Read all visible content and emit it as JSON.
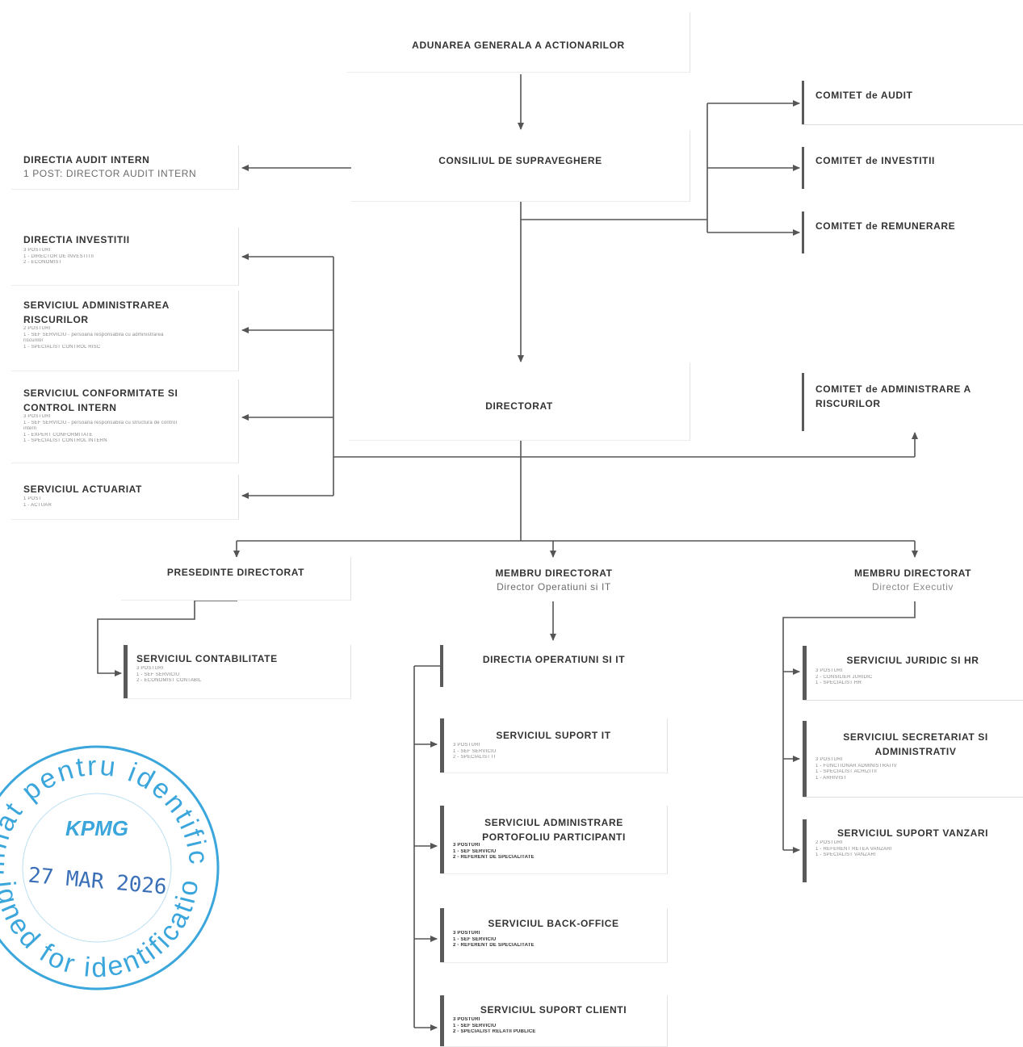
{
  "colors": {
    "line": "#555555",
    "stamp": "#3aa6dc",
    "bar": "#5a5a5a"
  },
  "top": {
    "agm": "ADUNAREA GENERALA A ACTIONARILOR",
    "supervisory": "CONSILIUL DE SUPRAVEGHERE",
    "directorat": "DIRECTORAT"
  },
  "committees": [
    {
      "title": "COMITET de AUDIT"
    },
    {
      "title": "COMITET de INVESTITII"
    },
    {
      "title": "COMITET de REMUNERARE"
    },
    {
      "title": "COMITET de ADMINISTRARE A RISCURILOR"
    }
  ],
  "audit": {
    "title": "DIRECTIA AUDIT INTERN",
    "sub": "1 POST: DIRECTOR AUDIT INTERN"
  },
  "left_units": [
    {
      "title": "DIRECTIA INVESTITII",
      "lines": [
        "3 POSTURI",
        "1 - DIRECTOR DE INVESTITII",
        "2 - ECONOMIST"
      ]
    },
    {
      "title": "SERVICIUL ADMINISTRAREA RISCURILOR",
      "lines": [
        "2 POSTURI",
        "1 - SEF SERVICIU - persoana responsabila cu administrarea",
        "riscurilor",
        "1 - SPECIALIST CONTROL RISC"
      ]
    },
    {
      "title": "SERVICIUL CONFORMITATE SI CONTROL INTERN",
      "lines": [
        "3 POSTURI",
        "1 - SEF SERVICIU - persoana responsabila cu structura de control",
        "intern",
        "1 - EXPERT CONFORMITATE",
        "1 - SPECIALIST CONTROL INTERN"
      ]
    },
    {
      "title": "SERVICIUL ACTUARIAT",
      "lines": [
        "1 POST",
        "1 - ACTUAR"
      ]
    }
  ],
  "heads": {
    "president": {
      "title": "PRESEDINTE DIRECTORAT"
    },
    "member_it": {
      "title": "MEMBRU DIRECTORAT",
      "sub": "Director Operatiuni si IT"
    },
    "member_exec": {
      "title": "MEMBRU DIRECTORAT",
      "sub": "Director Executiv"
    }
  },
  "contabilitate": {
    "title": "SERVICIUL CONTABILITATE",
    "lines": [
      "3 POSTURI",
      "1 - SEF SERVICIU",
      "2 - ECONOMIST CONTABIL"
    ]
  },
  "it_dir": {
    "title": "DIRECTIA OPERATIUNI SI IT"
  },
  "it_units": [
    {
      "title": "SERVICIUL SUPORT IT",
      "lines": [
        "3 POSTURI",
        "1 - SEF SERVICIU",
        "2 - SPECIALIST IT"
      ],
      "dark": false
    },
    {
      "title": "SERVICIUL ADMINISTRARE PORTOFOLIU PARTICIPANTI",
      "lines": [
        "3 POSTURI",
        "1 - SEF SERVICIU",
        "2 - REFERENT DE SPECIALITATE"
      ],
      "dark": true
    },
    {
      "title": "SERVICIUL BACK-OFFICE",
      "lines": [
        "3 POSTURI",
        "1 - SEF SERVICIU",
        "2 - REFERENT DE SPECIALITATE"
      ],
      "dark": true
    },
    {
      "title": "SERVICIUL SUPORT CLIENTI",
      "lines": [
        "3 POSTURI",
        "1 - SEF SERVICIU",
        "2 - SPECIALIST RELATII PUBLICE"
      ],
      "dark": true
    }
  ],
  "exec_units": [
    {
      "title": "SERVICIUL JURIDIC SI HR",
      "lines": [
        "3 POSTURI",
        "2 - CONSILIER JURIDIC",
        "1 - SPECIALIST HR"
      ]
    },
    {
      "title": "SERVICIUL SECRETARIAT SI ADMINISTRATIV",
      "lines": [
        "3 POSTURI",
        "1 - FUNCTIONAR ADMINISTRATIV",
        "1 - SPECIALIST ACHIZITII",
        "1 - ARHIVIST"
      ]
    },
    {
      "title": "SERVICIUL SUPORT VANZARI",
      "lines": [
        "2 POSTURI",
        "1 - REFERENT RETEA VANZARI",
        "1 - SPECIALIST VANZARI"
      ]
    }
  ],
  "stamp": {
    "top_arc": "Semnat pentru identificare",
    "bottom_arc": "Signed for identification",
    "logo": "KPMG",
    "date": "27 MAR 2026"
  }
}
